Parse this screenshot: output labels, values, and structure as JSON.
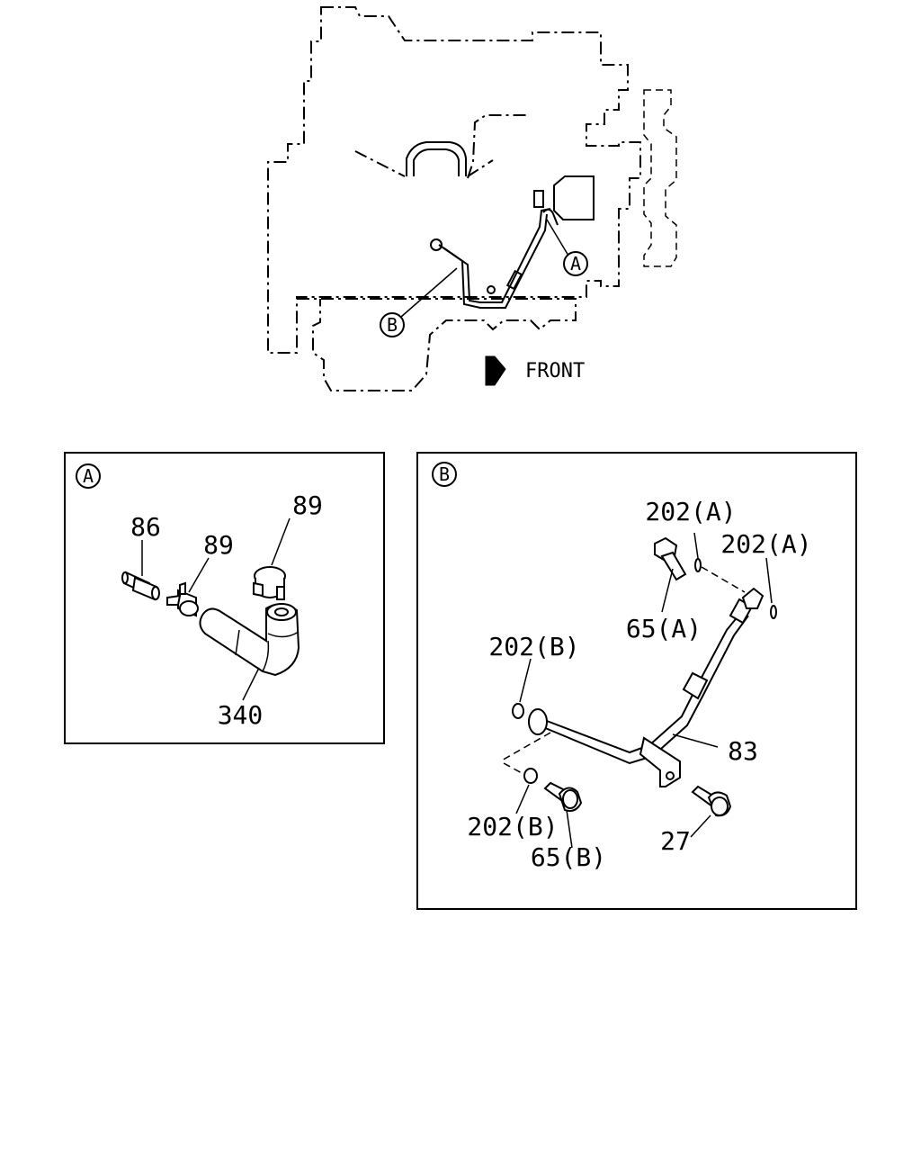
{
  "overview": {
    "front_label": "FRONT",
    "callout_a": "A",
    "callout_b": "B"
  },
  "detail_a": {
    "header": "A",
    "labels": {
      "p86": "86",
      "p89_left": "89",
      "p89_right": "89",
      "p340": "340"
    }
  },
  "detail_b": {
    "header": "B",
    "labels": {
      "p202a_top": "202(A)",
      "p202a_right": "202(A)",
      "p65a": "65(A)",
      "p202b_top": "202(B)",
      "p83": "83",
      "p202b_bottom": "202(B)",
      "p65b": "65(B)",
      "p27": "27"
    }
  }
}
